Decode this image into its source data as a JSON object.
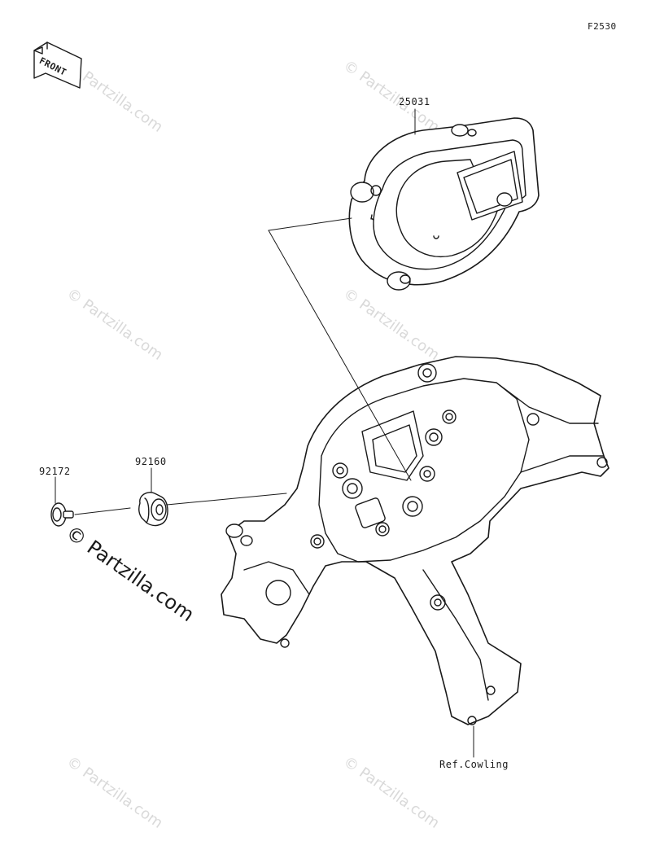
{
  "figure_code": "F2530",
  "front_arrow": "FRONT",
  "parts": {
    "meter": "25031",
    "grommet": "92160",
    "screw": "92172"
  },
  "reference": "Ref.Cowling",
  "watermark": {
    "text": "© Partzilla.com"
  }
}
